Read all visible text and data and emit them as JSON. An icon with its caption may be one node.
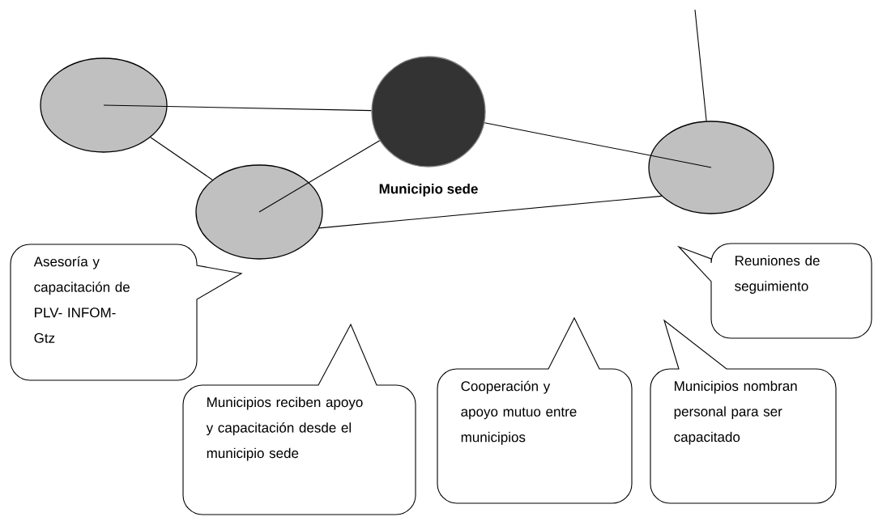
{
  "diagram": {
    "nodes": [
      {
        "text": [],
        "shape": "ellipse"
      },
      {
        "text": [
          "Municipio sede"
        ]
      },
      {
        "text": [],
        "shape": "ellipse"
      },
      {
        "text": [],
        "shape": "ellipse"
      },
      {
        "text": [
          "Asesoría y capacitación de PLV- INFOM-Gtz"
        ]
      },
      {
        "text": [
          "Municipios reciben apoyo y capacitación desde el municipio sede"
        ]
      },
      {
        "text": [
          "Cooperación y apoyo mutuo entre municipios"
        ]
      },
      {
        "text": [
          "Municipios nombran personal para ser capacitado"
        ]
      },
      {
        "text": [
          "Reuniones de seguimiento"
        ]
      }
    ],
    "edges": [
      {
        "from": 0,
        "to": 1,
        "arrow": "none"
      },
      {
        "from": 0,
        "to": 2,
        "arrow": "none"
      },
      {
        "from": 2,
        "to": 1,
        "arrow": "none"
      },
      {
        "from": 1,
        "to": 3,
        "arrow": "none"
      },
      {
        "from": 2,
        "to": 3,
        "arrow": "none"
      },
      {
        "from": null,
        "to": 3,
        "arrow": "none"
      }
    ]
  }
}
